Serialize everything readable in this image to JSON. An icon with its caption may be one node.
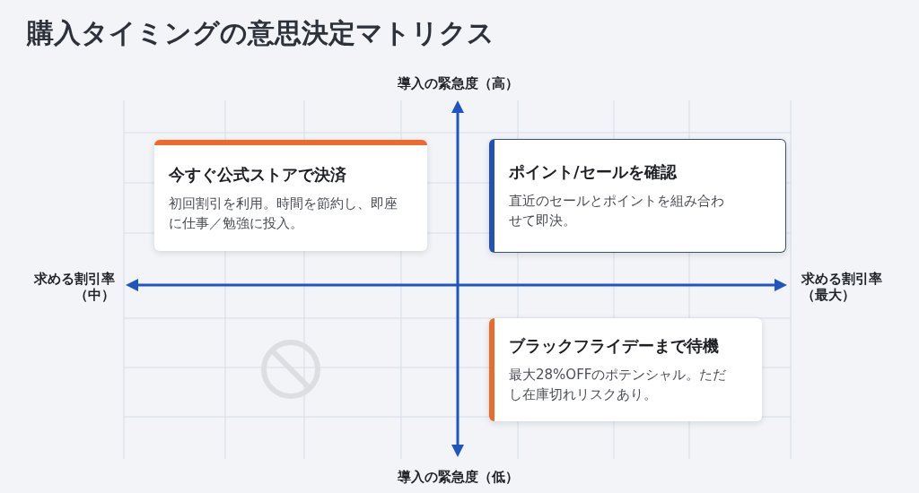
{
  "diagram": {
    "title": "購入タイミングの意思決定マトリクス",
    "nodes": [
      {
        "text": [
          "今すぐ公式ストアで決済",
          "初回割引を利用。時間を節約し、即座に仕事／勉強に投入。"
        ]
      },
      {
        "text": [
          "ポイント/セールを確認",
          "直近のセールとポイントを組み合わせて即決。"
        ]
      },
      {
        "text": [
          "ブラックフライデーまで待機",
          "最大28%OFFのポテンシャル。ただし在庫切れリスクあり。"
        ]
      }
    ],
    "labels": [
      "導入の緊急度（高）",
      "求める割引率（中）",
      "求める割引率（最大）",
      "導入の緊急度（低）"
    ]
  }
}
